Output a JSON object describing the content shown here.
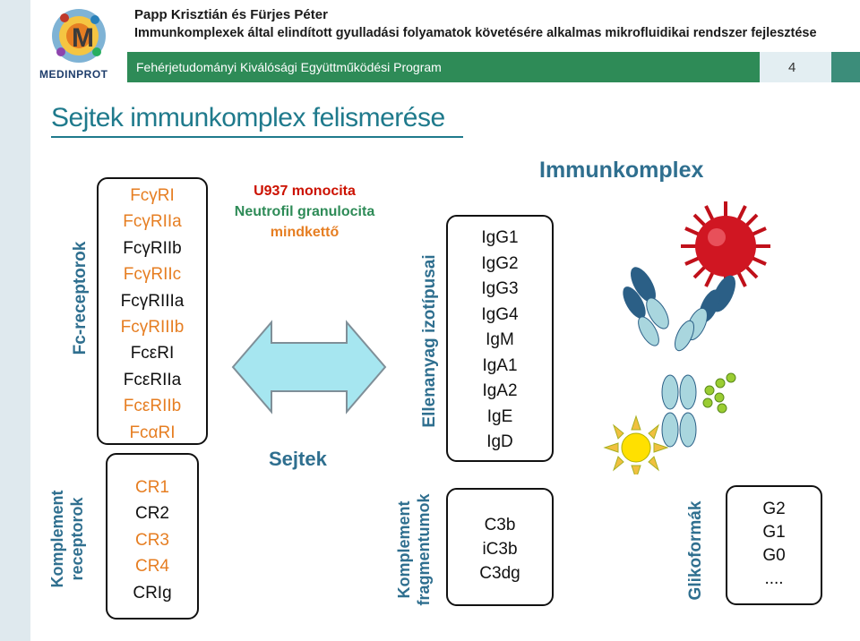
{
  "header": {
    "logo_text": "MEDINPROT",
    "author": "Papp Krisztián és Fürjes Péter",
    "subtitle": "Immunkomplexek által elindított gyulladási folyamatok követésére alkalmas mikrofluidikai rendszer fejlesztése",
    "program": "Fehérjetudományi Kiválósági Együttműködési Program",
    "page": "4"
  },
  "slide_title": "Sejtek immunkomplex felismerése",
  "labels": {
    "fc_receptorok": "Fc-receptorok",
    "komplement_receptorok_1": "Komplement",
    "komplement_receptorok_2": "receptorok",
    "ellenanyag": "Ellenanyag izotípusai",
    "komplement_fragmentumok_1": "Komplement",
    "komplement_fragmentumok_2": "fragmentumok",
    "glikoformak": "Glikoformák",
    "immunkomplex": "Immunkomplex",
    "sejtek": "Sejtek"
  },
  "cells": {
    "u937": "U937 monocita",
    "neutrofil": "Neutrofil granulocita",
    "mindketto": "mindkettő"
  },
  "fc_receptors": [
    {
      "name": "FcγRI",
      "color": "orange"
    },
    {
      "name": "FcγRIIa",
      "color": "orange"
    },
    {
      "name": "FcγRIIb",
      "color": "dark"
    },
    {
      "name": "FcγRIIc",
      "color": "orange"
    },
    {
      "name": "FcγRIIIa",
      "color": "dark"
    },
    {
      "name": "FcγRIIIb",
      "color": "orange"
    },
    {
      "name": "FcεRI",
      "color": "dark"
    },
    {
      "name": "FcεRIIa",
      "color": "dark"
    },
    {
      "name": "FcεRIIb",
      "color": "orange"
    },
    {
      "name": "FcαRI",
      "color": "orange"
    }
  ],
  "complement_receptors": [
    {
      "name": "CR1",
      "color": "orange"
    },
    {
      "name": "CR2",
      "color": "dark"
    },
    {
      "name": "CR3",
      "color": "orange"
    },
    {
      "name": "CR4",
      "color": "orange"
    },
    {
      "name": "CRIg",
      "color": "dark"
    }
  ],
  "isotypes": [
    "IgG1",
    "IgG2",
    "IgG3",
    "IgG4",
    "IgM",
    "IgA1",
    "IgA2",
    "IgE",
    "IgD"
  ],
  "complement_fragments": [
    "C3b",
    "iC3b",
    "C3dg"
  ],
  "glycoforms": [
    "G2",
    "G1",
    "G0",
    "...."
  ],
  "colors": {
    "orange": "#e67e22",
    "dark": "#111111",
    "red": "#cc1100",
    "green": "#2e8b57",
    "blue_title": "#1f7a8c",
    "arrow_fill": "#a6e6f0",
    "arrow_stroke": "#7f8f98"
  }
}
